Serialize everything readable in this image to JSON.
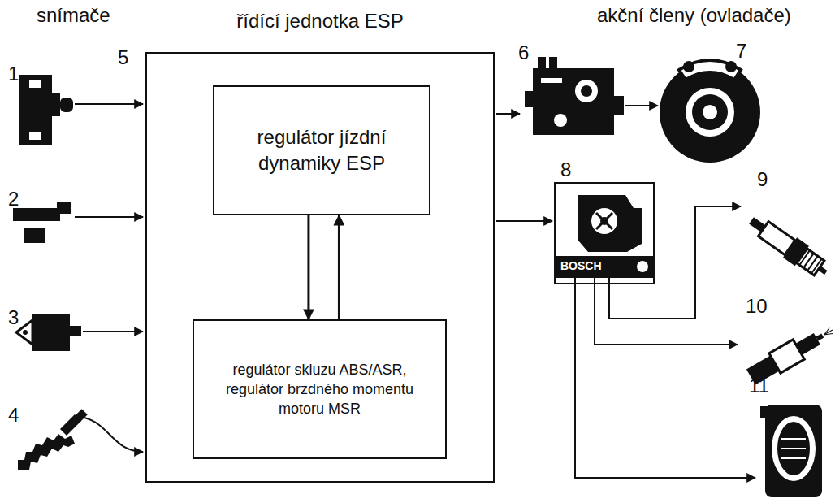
{
  "diagram": {
    "nodes": [
      {
        "text": [
          "řídící jednotka ESP"
        ]
      },
      {
        "text": [
          "regulátor jízdní dynamiky ESP"
        ],
        "in": 0
      },
      {
        "text": [
          "regulátor skluzu ABS/ASR, regulátor brzdného momentu motoru MSR"
        ],
        "in": 0
      }
    ],
    "edges": [
      {
        "from": 1,
        "to": 2,
        "arrow": "to"
      },
      {
        "from": 2,
        "to": 1,
        "arrow": "to"
      }
    ],
    "labels": [
      "snímače",
      "akční členy (ovladače)",
      "1",
      "2",
      "3",
      "4",
      "5",
      "6",
      "7",
      "8",
      "9",
      "10",
      "11",
      "BOSCH"
    ]
  }
}
